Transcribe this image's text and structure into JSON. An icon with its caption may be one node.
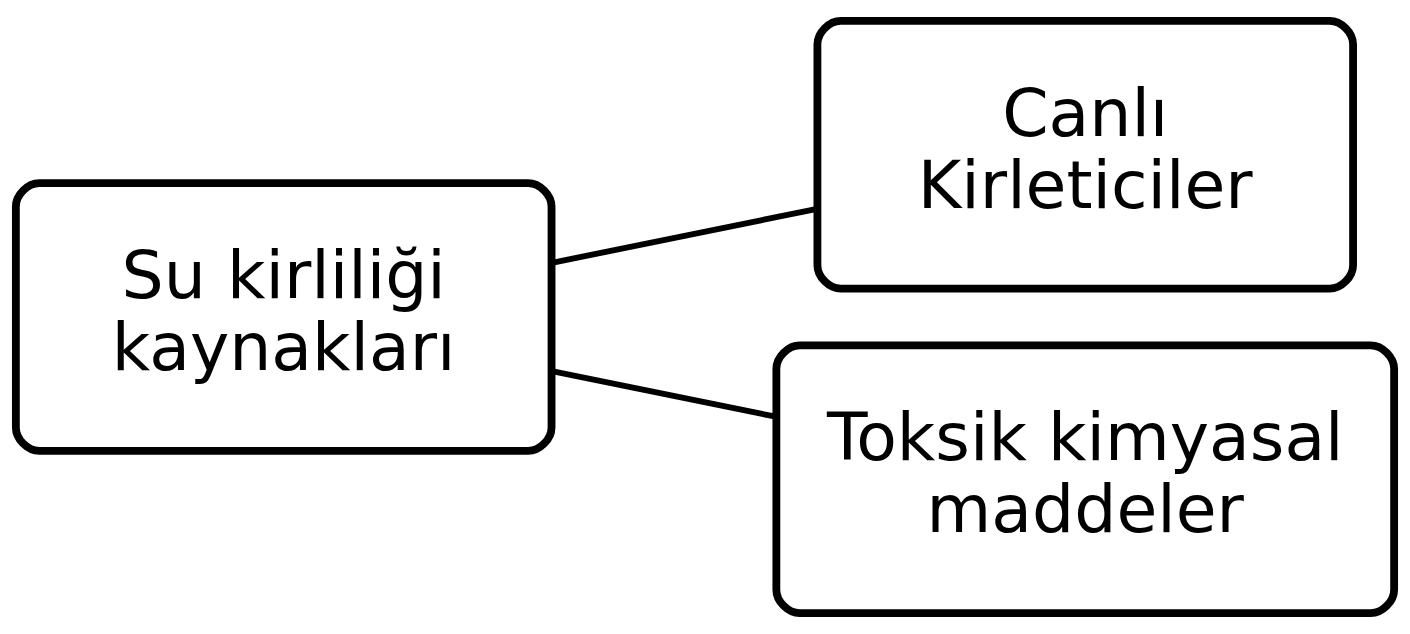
{
  "diagram": {
    "nodes": [
      {
        "text": [
          "Su kirliliği kaynakları"
        ]
      },
      {
        "text": [
          "Canlı Kirleticiler"
        ]
      },
      {
        "text": [
          "Toksik kimyasal maddeler"
        ]
      }
    ],
    "edges": [
      {
        "from": 0,
        "to": 1,
        "arrow": "none"
      },
      {
        "from": 0,
        "to": 2,
        "arrow": "none"
      }
    ]
  }
}
